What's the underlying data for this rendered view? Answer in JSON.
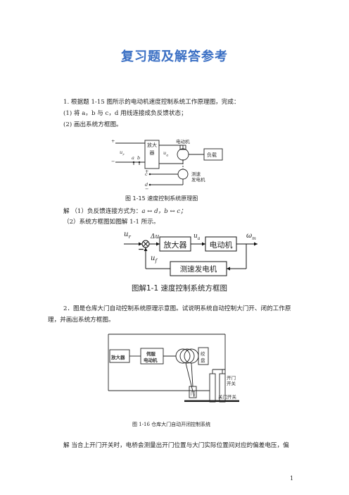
{
  "title": "复习题及解答参考",
  "q1": {
    "line1": "1. 根据题 1-15 图所示的电动机速度控制系统工作原理图，完成：",
    "line2": "(1) 将 a，b 与 c，d 用线连接成负反馈状态；",
    "line3": "(2) 画出系统方框图。"
  },
  "fig1": {
    "plus1": "+",
    "minus1": "−",
    "ur": "u",
    "ur_sub": "r",
    "a": "a",
    "b": "b",
    "c": "c",
    "d": "d",
    "plus2": "+",
    "minus2": "−",
    "amp": "放大器",
    "ua": "u",
    "ua_sub": "a",
    "motor_label": "电动机",
    "load": "负载",
    "tacho1": "测速",
    "tacho2": "发电机",
    "caption": "图 1-15    速度控制系统原理图"
  },
  "sol1": {
    "line1_prefix": "解 （1）负反馈连接方式为：",
    "line1_expr": "a ↔ d，b ↔ c；",
    "line2": "（2）系统方框图如图解 1-1 所示。"
  },
  "fig2": {
    "ur": "u",
    "ur_sub": "r",
    "du": "Δu",
    "minus": "−",
    "amp": "放大器",
    "ua": "u",
    "ua_sub": "a",
    "motor": "电动机",
    "w": "ω",
    "w_sub": "m",
    "uf": "u",
    "uf_sub": "f",
    "tacho": "测速发电机",
    "caption": "图解1-1 速度控制系统方框图"
  },
  "q2": {
    "line1": "2．图是仓库大门自动控制系统原理示意图。试说明系统自动控制大门开、闭的工作原",
    "line2": "理，并画出系统方框图。"
  },
  "fig3": {
    "amp": "放大器",
    "motor1": "伺服",
    "motor2": "电动机",
    "drum1": "绞",
    "drum2": "盘",
    "door": "门",
    "open1": "开门",
    "open2": "开关",
    "close": "关门开关",
    "caption": "图 1-16    仓库大门自动开闭控制系统"
  },
  "sol2": {
    "line1": "解    当合上开门开关时，电桥会测量出开门位置与大门实际位置间对应的偏差电压，偏"
  },
  "page_number": "1"
}
